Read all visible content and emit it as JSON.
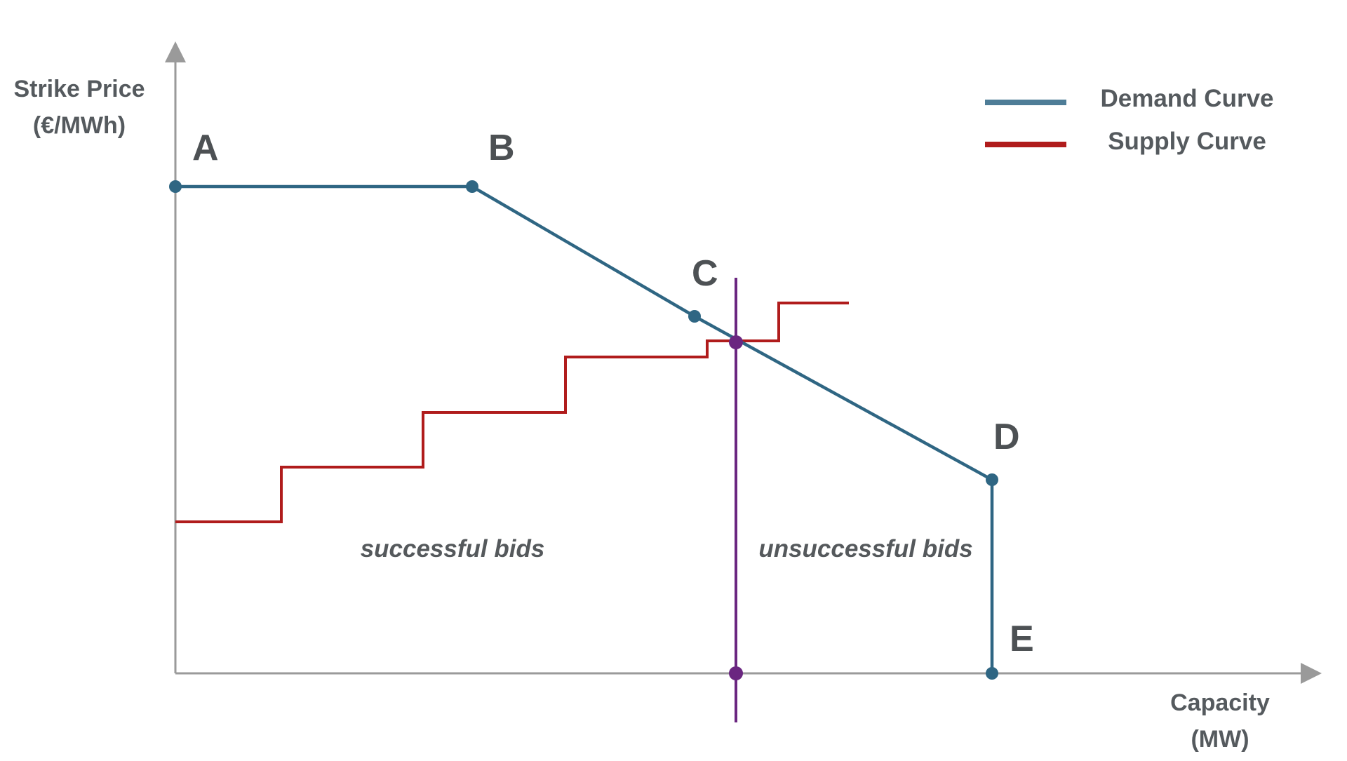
{
  "axes": {
    "y_title_line1": "Strike Price",
    "y_title_line2": "(€/MWh)",
    "x_title_line1": "Capacity",
    "x_title_line2": "(MW)",
    "axis_color": "#9a9a9a"
  },
  "legend": {
    "demand_label": "Demand Curve",
    "supply_label": "Supply Curve"
  },
  "points": {
    "A": "A",
    "B": "B",
    "C": "C",
    "D": "D",
    "E": "E"
  },
  "regions": {
    "successful": "successful bids",
    "unsuccessful": "unsuccessful bids"
  },
  "colors": {
    "demand": "#2f6683",
    "supply": "#b01c1c",
    "clearing": "#6a2680",
    "text": "#555a5e"
  }
}
